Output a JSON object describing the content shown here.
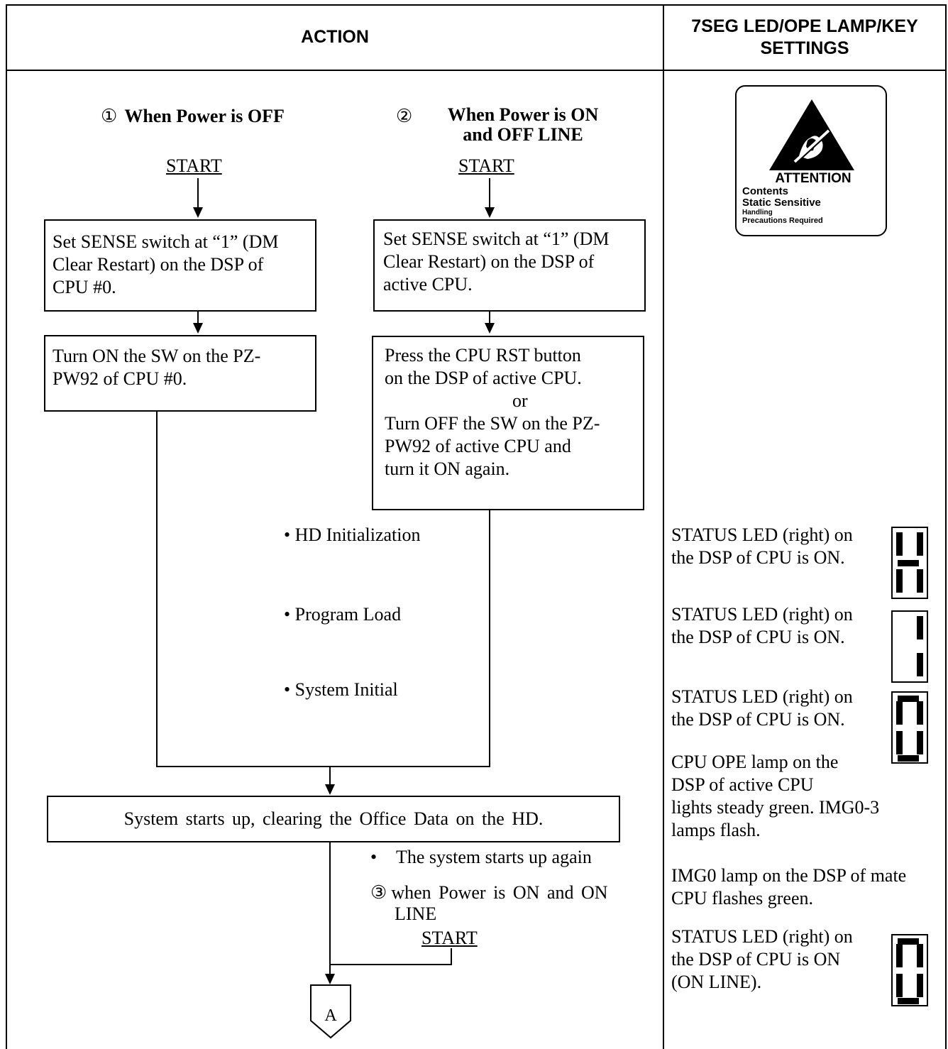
{
  "header": {
    "action": "ACTION",
    "settings_line1": "7SEG LED/OPE LAMP/KEY",
    "settings_line2": "SETTINGS"
  },
  "flow": {
    "case1": {
      "marker": "①",
      "title": "When Power is OFF",
      "start": "START"
    },
    "case2": {
      "marker": "②",
      "title_line1": "When Power is ON",
      "title_line2": "and OFF LINE",
      "start": "START"
    },
    "case1_box1": [
      "Set SENSE switch at “1” (DM",
      "Clear Restart) on the DSP of",
      "CPU #0."
    ],
    "case1_box2": [
      "Turn ON the SW on the PZ-",
      "PW92 of CPU #0."
    ],
    "case2_box1": [
      "Set SENSE switch at “1” (DM",
      "Clear Restart) on the DSP of",
      "active CPU."
    ],
    "case2_box2": [
      "Press the CPU RST button",
      "on the DSP of active CPU.",
      "or",
      "Turn OFF the SW on the PZ-",
      "PW92 of active CPU and",
      "turn it ON again."
    ],
    "steps": [
      "• HD Initialization",
      "• Program Load",
      "• System Initial"
    ],
    "system_box": "System starts up, clearing the Office Data on the HD.",
    "restart_bullet": "•",
    "restart_text": "The system starts up again",
    "case3": {
      "marker": "③",
      "line1": "when Power is ON and ON",
      "line2": "LINE",
      "start": "START"
    },
    "connector": "A"
  },
  "attention_label": {
    "title": "ATTENTION",
    "line1": "Contents",
    "line2": "Static Sensitive",
    "line3": "Handling",
    "line4": "Precautions Required"
  },
  "settings": {
    "led1": [
      "STATUS LED (right) on",
      "the DSP of CPU is ON."
    ],
    "led2": [
      "STATUS LED (right) on",
      "the DSP of CPU is ON."
    ],
    "led3": [
      "STATUS LED (right) on",
      "the DSP of CPU is ON."
    ],
    "lamp1": [
      "CPU OPE lamp on the",
      "DSP of active CPU",
      "lights steady green. IMG0-3",
      "lamps flash."
    ],
    "lamp2": [
      "IMG0 lamp on the DSP of mate",
      "CPU flashes green."
    ],
    "led4": [
      "STATUS LED (right) on",
      "the DSP of CPU is ON",
      "(ON LINE)."
    ],
    "seg_displays": [
      "H",
      "1",
      "0",
      "0"
    ]
  }
}
